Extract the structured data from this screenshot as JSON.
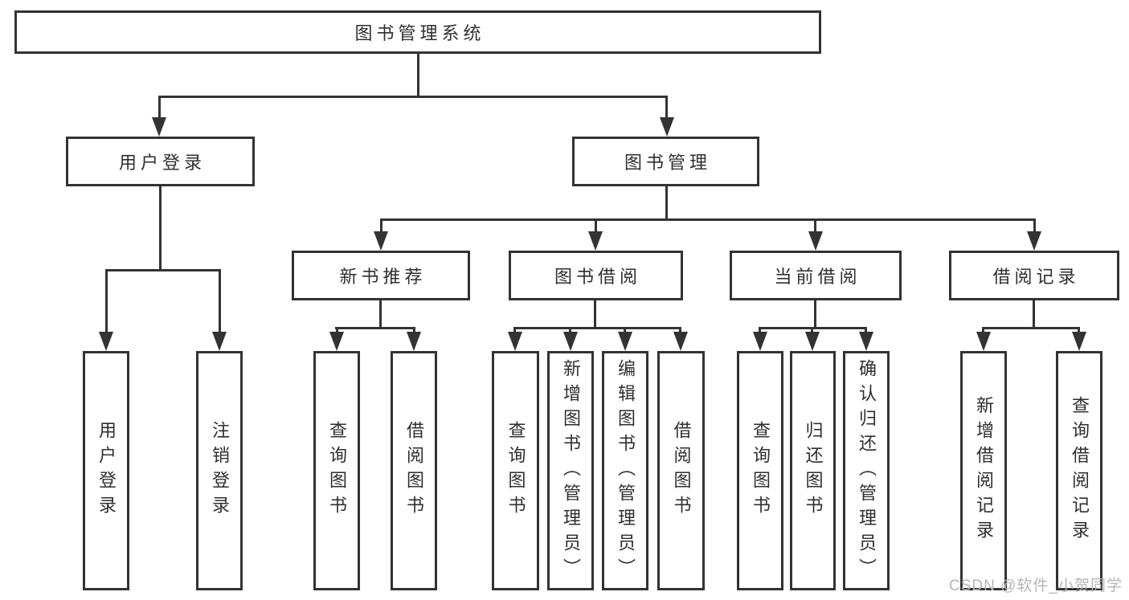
{
  "tree": {
    "root": {
      "label": "图书管理系统",
      "children": [
        {
          "label": "用户登录",
          "children": [
            {
              "label": "用户登录"
            },
            {
              "label": "注销登录"
            }
          ]
        },
        {
          "label": "图书管理",
          "children": [
            {
              "label": "新书推荐",
              "children": [
                {
                  "label": "查询图书"
                },
                {
                  "label": "借阅图书"
                }
              ]
            },
            {
              "label": "图书借阅",
              "children": [
                {
                  "label": "查询图书"
                },
                {
                  "label": "新增图书（管理员）"
                },
                {
                  "label": "编辑图书（管理员）"
                },
                {
                  "label": "借阅图书"
                }
              ]
            },
            {
              "label": "当前借阅",
              "children": [
                {
                  "label": "查询图书"
                },
                {
                  "label": "归还图书"
                },
                {
                  "label": "确认归还（管理员）"
                }
              ]
            },
            {
              "label": "借阅记录",
              "children": [
                {
                  "label": "新增借阅记录"
                },
                {
                  "label": "查询借阅记录"
                }
              ]
            }
          ]
        }
      ]
    }
  },
  "watermark": {
    "text": "CSDN @软件_小贺同学"
  },
  "colors": {
    "line": "#333333",
    "box_fill": "#ffffff",
    "text": "#2f2f2f",
    "watermark": "#b5b5b5"
  }
}
